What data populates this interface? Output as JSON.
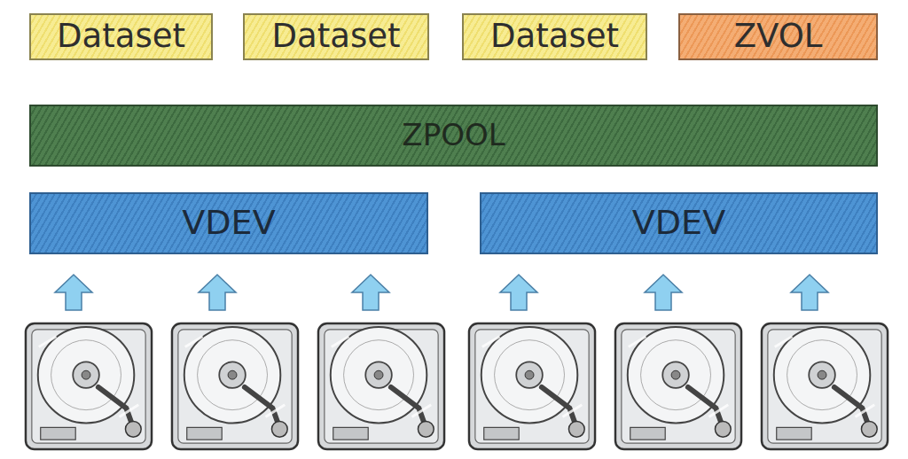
{
  "diagram": {
    "nodes": [
      {
        "text": [
          "Dataset"
        ]
      },
      {
        "text": [
          "Dataset"
        ]
      },
      {
        "text": [
          "Dataset"
        ]
      },
      {
        "text": [
          "ZVOL"
        ]
      },
      {
        "text": [
          "ZPOOL"
        ]
      },
      {
        "text": [
          "VDEV"
        ]
      },
      {
        "text": [
          "VDEV"
        ]
      }
    ]
  }
}
